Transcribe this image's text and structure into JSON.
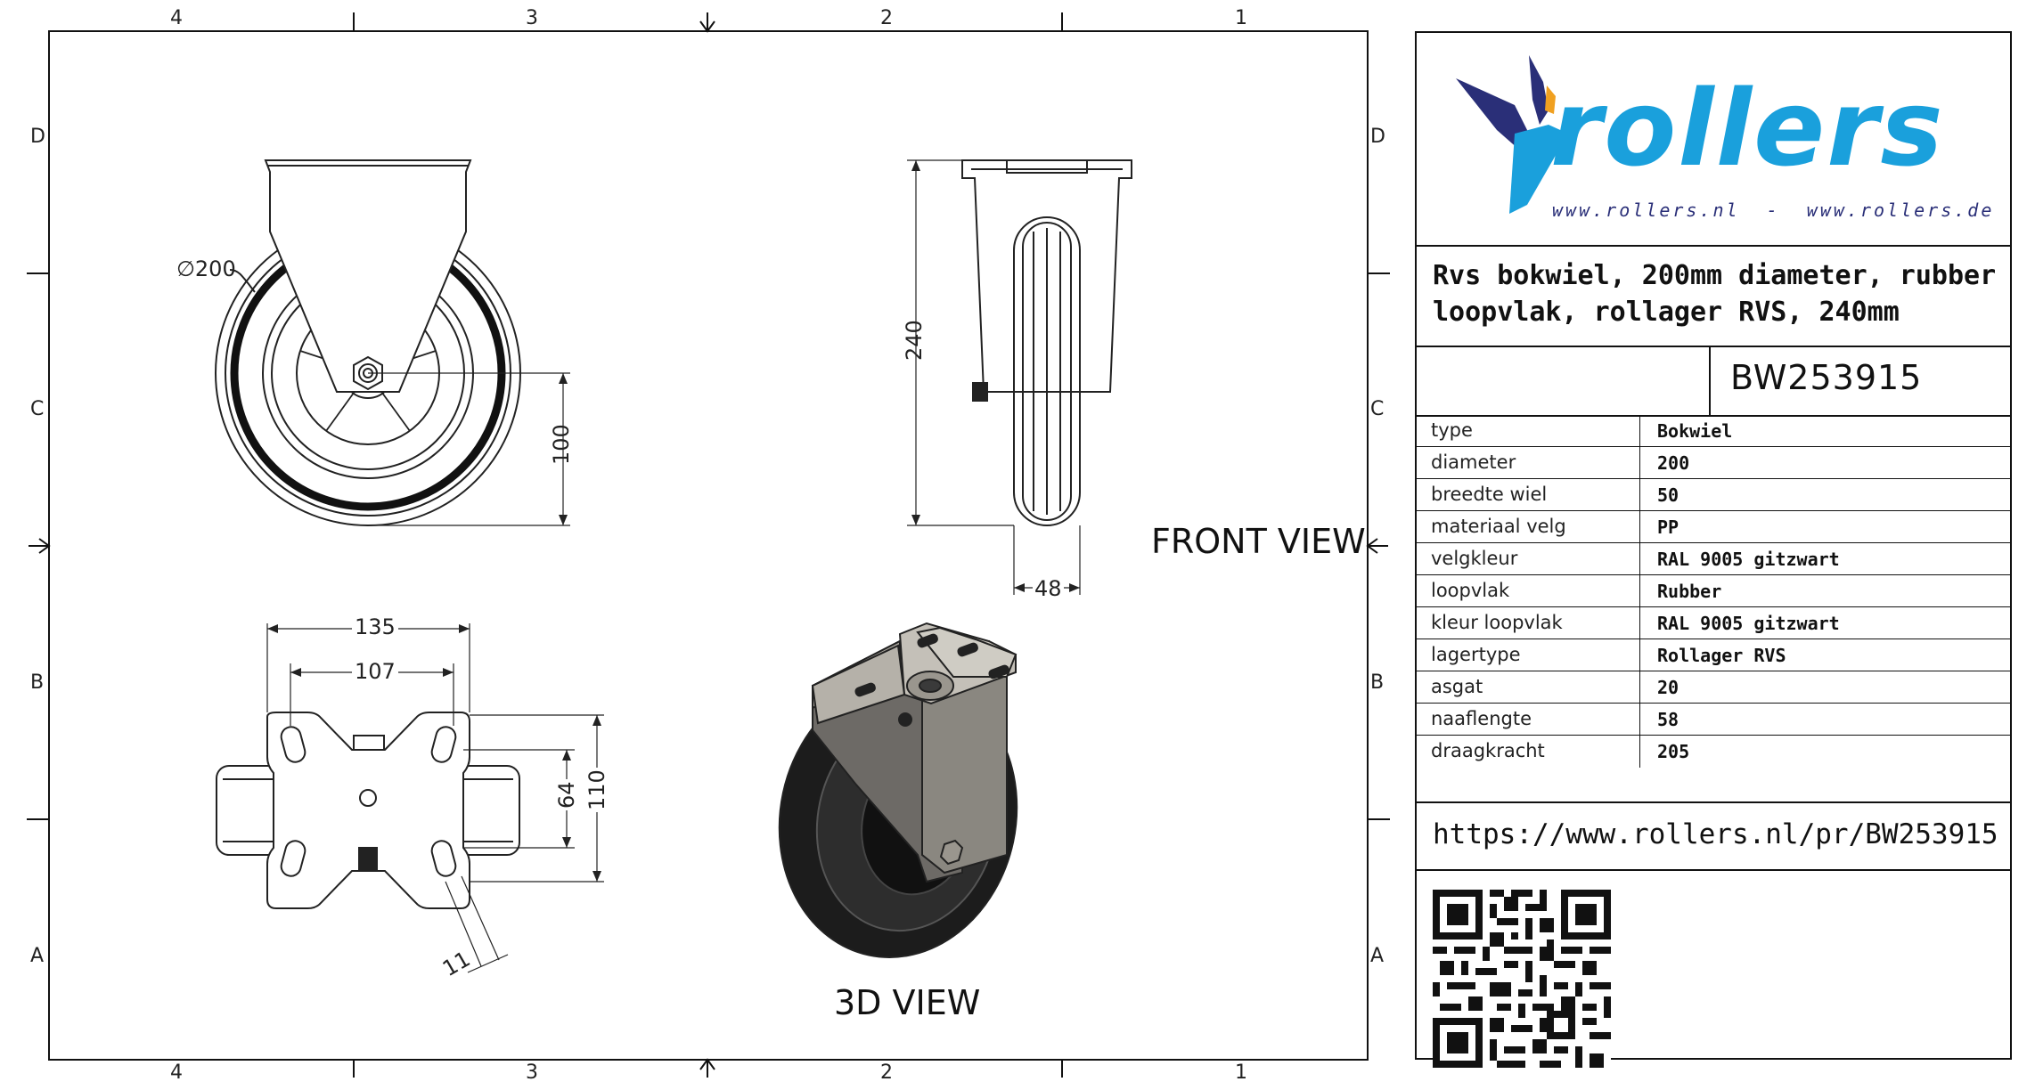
{
  "zones": {
    "columns": [
      "4",
      "3",
      "2",
      "1"
    ],
    "rows": [
      "D",
      "C",
      "B",
      "A"
    ]
  },
  "views": {
    "front": "FRONT VIEW",
    "iso": "3D VIEW"
  },
  "dimensions": {
    "diameter": "∅200",
    "axle_height": "100",
    "total_height": "240",
    "wheel_width": "48",
    "plate_width": "135",
    "hole_spacing_x": "107",
    "hole_spacing_y": "64",
    "plate_depth": "110",
    "slot_width": "11"
  },
  "logo": {
    "brand": "rollers",
    "websites": "www.rollers.nl  -  www.rollers.de",
    "color_primary": "#1aa0dc",
    "color_dark": "#2a2f78",
    "color_accent": "#f0a020"
  },
  "title": {
    "line1": "Rvs bokwiel, 200mm diameter, rubber",
    "line2": "loopvlak, rollager RVS, 240mm"
  },
  "article_code": "BW253915",
  "specs": [
    {
      "key": "type",
      "value": "Bokwiel"
    },
    {
      "key": "diameter",
      "value": "200"
    },
    {
      "key": "breedte wiel",
      "value": "50"
    },
    {
      "key": "materiaal velg",
      "value": "PP"
    },
    {
      "key": "velgkleur",
      "value": "RAL 9005 gitzwart"
    },
    {
      "key": "loopvlak",
      "value": "Rubber"
    },
    {
      "key": "kleur loopvlak",
      "value": "RAL 9005 gitzwart"
    },
    {
      "key": "lagertype",
      "value": "Rollager RVS"
    },
    {
      "key": "asgat",
      "value": "20"
    },
    {
      "key": "naaflengte",
      "value": "58"
    },
    {
      "key": "draagkracht",
      "value": "205"
    }
  ],
  "url": "https://www.rollers.nl/pr/BW253915"
}
